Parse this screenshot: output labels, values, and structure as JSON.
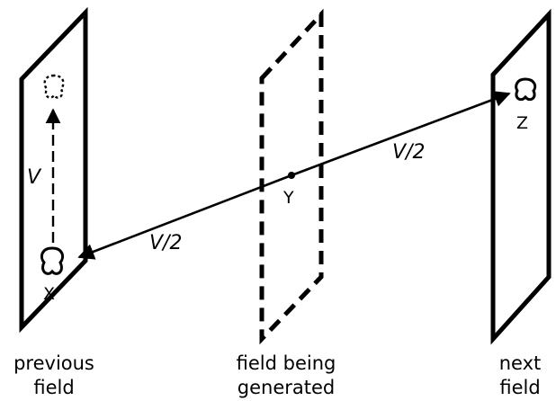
{
  "labels": {
    "v": "V",
    "v_half_left": "V/2",
    "v_half_right": "V/2",
    "point_x": "X",
    "point_y": "Y",
    "point_z": "Z"
  },
  "captions": {
    "previous": [
      "previous",
      "field"
    ],
    "generated": [
      "field being",
      "generated"
    ],
    "next": [
      "next",
      "field"
    ]
  }
}
